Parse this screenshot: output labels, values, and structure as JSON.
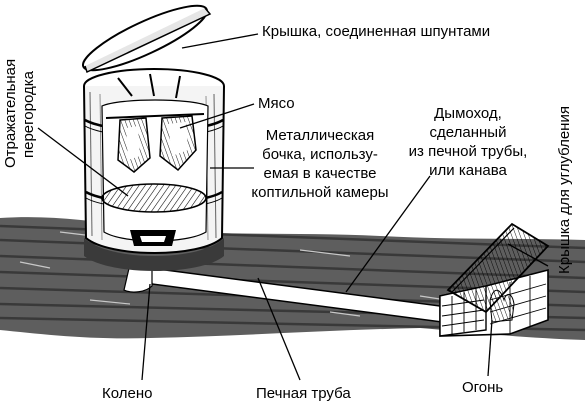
{
  "labels": {
    "lid": "Крышка, соединенная шпунтами",
    "meat": "Мясо",
    "barrel": [
      "Металлическая",
      "бочка, использу-",
      "емая в качестве",
      "коптильной камеры"
    ],
    "chimney": [
      "Дымоход,",
      "сделанный",
      "из печной трубы,",
      "или канава"
    ],
    "deepening_lid": "Крышка для углубления",
    "reflector": [
      "Отражательная",
      "перегородка"
    ],
    "elbow": "Колено",
    "stove_pipe": "Печная труба",
    "fire": "Огонь"
  }
}
